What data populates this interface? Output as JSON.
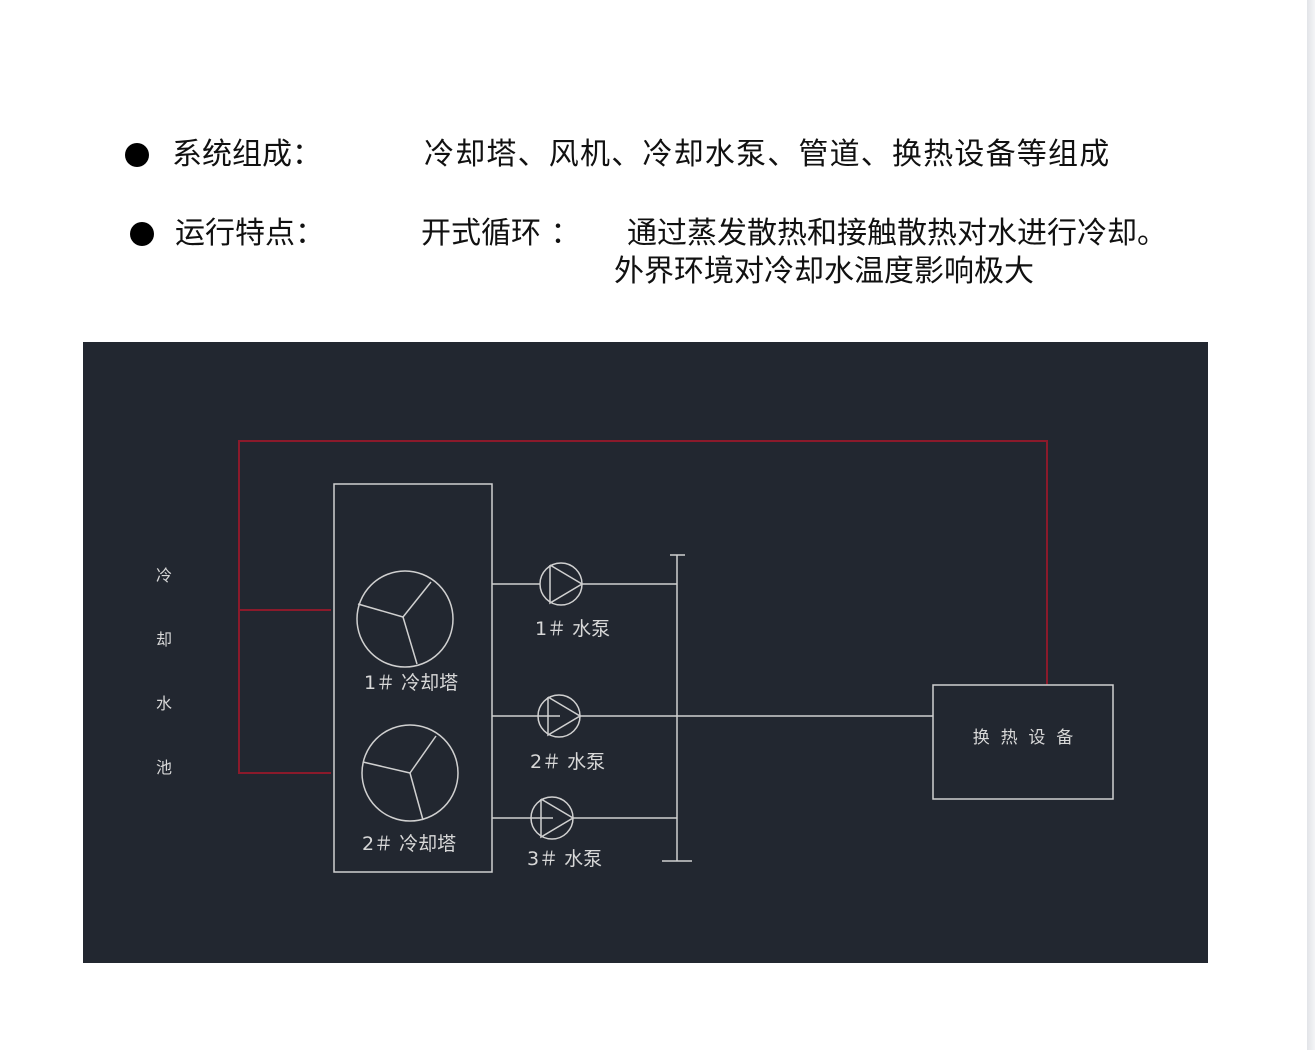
{
  "slide": {
    "rows": [
      {
        "label": "系统组成：",
        "content": "冷却塔、风机、冷却水泵、管道、换热设备等组成"
      },
      {
        "label": "运行特点：",
        "mode": "开式循环 ：",
        "content_line1": "通过蒸发散热和接触散热对水进行冷却。",
        "content_line2": "外界环境对冷却水温度影响极大"
      }
    ]
  },
  "diagram": {
    "pool_label": [
      "冷",
      "却",
      "水",
      "池"
    ],
    "towers": [
      "1＃ 冷却塔",
      "2＃ 冷却塔"
    ],
    "pumps": [
      "1＃ 水泵",
      "2＃ 水泵",
      "3＃ 水泵"
    ],
    "heat_exchanger": "换  热  设  备",
    "colors": {
      "background": "#222730",
      "return_pipe": "#8b1a2b",
      "supply_pipe": "#d0d0d0"
    }
  }
}
